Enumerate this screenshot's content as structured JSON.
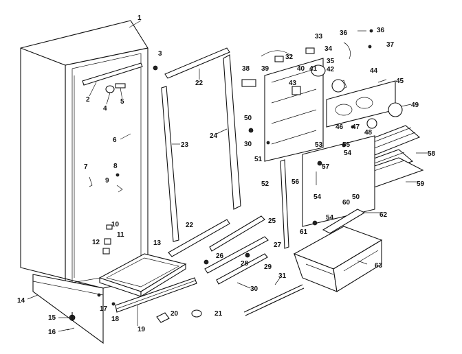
{
  "diagram": {
    "callouts": [
      {
        "id": "c1",
        "text": "1"
      },
      {
        "id": "c2",
        "text": "2"
      },
      {
        "id": "c3",
        "text": "3"
      },
      {
        "id": "c4",
        "text": "4"
      },
      {
        "id": "c5",
        "text": "5"
      },
      {
        "id": "c6",
        "text": "6"
      },
      {
        "id": "c7",
        "text": "7"
      },
      {
        "id": "c8",
        "text": "8"
      },
      {
        "id": "c9",
        "text": "9"
      },
      {
        "id": "c10",
        "text": "10"
      },
      {
        "id": "c11",
        "text": "11"
      },
      {
        "id": "c12",
        "text": "12"
      },
      {
        "id": "c13",
        "text": "13"
      },
      {
        "id": "c14",
        "text": "14"
      },
      {
        "id": "c15",
        "text": "15"
      },
      {
        "id": "c16",
        "text": "16"
      },
      {
        "id": "c17",
        "text": "17"
      },
      {
        "id": "c18",
        "text": "18"
      },
      {
        "id": "c19",
        "text": "19"
      },
      {
        "id": "c20",
        "text": "20"
      },
      {
        "id": "c21",
        "text": "21"
      },
      {
        "id": "c22a",
        "text": "22"
      },
      {
        "id": "c22b",
        "text": "22"
      },
      {
        "id": "c23",
        "text": "23"
      },
      {
        "id": "c24",
        "text": "24"
      },
      {
        "id": "c25",
        "text": "25"
      },
      {
        "id": "c26",
        "text": "26"
      },
      {
        "id": "c27",
        "text": "27"
      },
      {
        "id": "c28",
        "text": "28"
      },
      {
        "id": "c29",
        "text": "29"
      },
      {
        "id": "c30a",
        "text": "30"
      },
      {
        "id": "c30b",
        "text": "30"
      },
      {
        "id": "c31",
        "text": "31"
      },
      {
        "id": "c32",
        "text": "32"
      },
      {
        "id": "c33",
        "text": "33"
      },
      {
        "id": "c34",
        "text": "34"
      },
      {
        "id": "c35",
        "text": "35"
      },
      {
        "id": "c36a",
        "text": "36"
      },
      {
        "id": "c36b",
        "text": "36"
      },
      {
        "id": "c37",
        "text": "37"
      },
      {
        "id": "c38",
        "text": "38"
      },
      {
        "id": "c39",
        "text": "39"
      },
      {
        "id": "c40",
        "text": "40"
      },
      {
        "id": "c41",
        "text": "41"
      },
      {
        "id": "c42",
        "text": "42"
      },
      {
        "id": "c43",
        "text": "43"
      },
      {
        "id": "c44",
        "text": "44"
      },
      {
        "id": "c45",
        "text": "45"
      },
      {
        "id": "c46",
        "text": "46"
      },
      {
        "id": "c47",
        "text": "47"
      },
      {
        "id": "c48",
        "text": "48"
      },
      {
        "id": "c49",
        "text": "49"
      },
      {
        "id": "c50a",
        "text": "50"
      },
      {
        "id": "c50b",
        "text": "50"
      },
      {
        "id": "c51",
        "text": "51"
      },
      {
        "id": "c52",
        "text": "52"
      },
      {
        "id": "c53",
        "text": "53"
      },
      {
        "id": "c54a",
        "text": "54"
      },
      {
        "id": "c54b",
        "text": "54"
      },
      {
        "id": "c54c",
        "text": "54"
      },
      {
        "id": "c55",
        "text": "55"
      },
      {
        "id": "c56",
        "text": "56"
      },
      {
        "id": "c57",
        "text": "57"
      },
      {
        "id": "c58",
        "text": "58"
      },
      {
        "id": "c59",
        "text": "59"
      },
      {
        "id": "c60",
        "text": "60"
      },
      {
        "id": "c61",
        "text": "61"
      },
      {
        "id": "c62",
        "text": "62"
      },
      {
        "id": "c63",
        "text": "63"
      }
    ]
  }
}
